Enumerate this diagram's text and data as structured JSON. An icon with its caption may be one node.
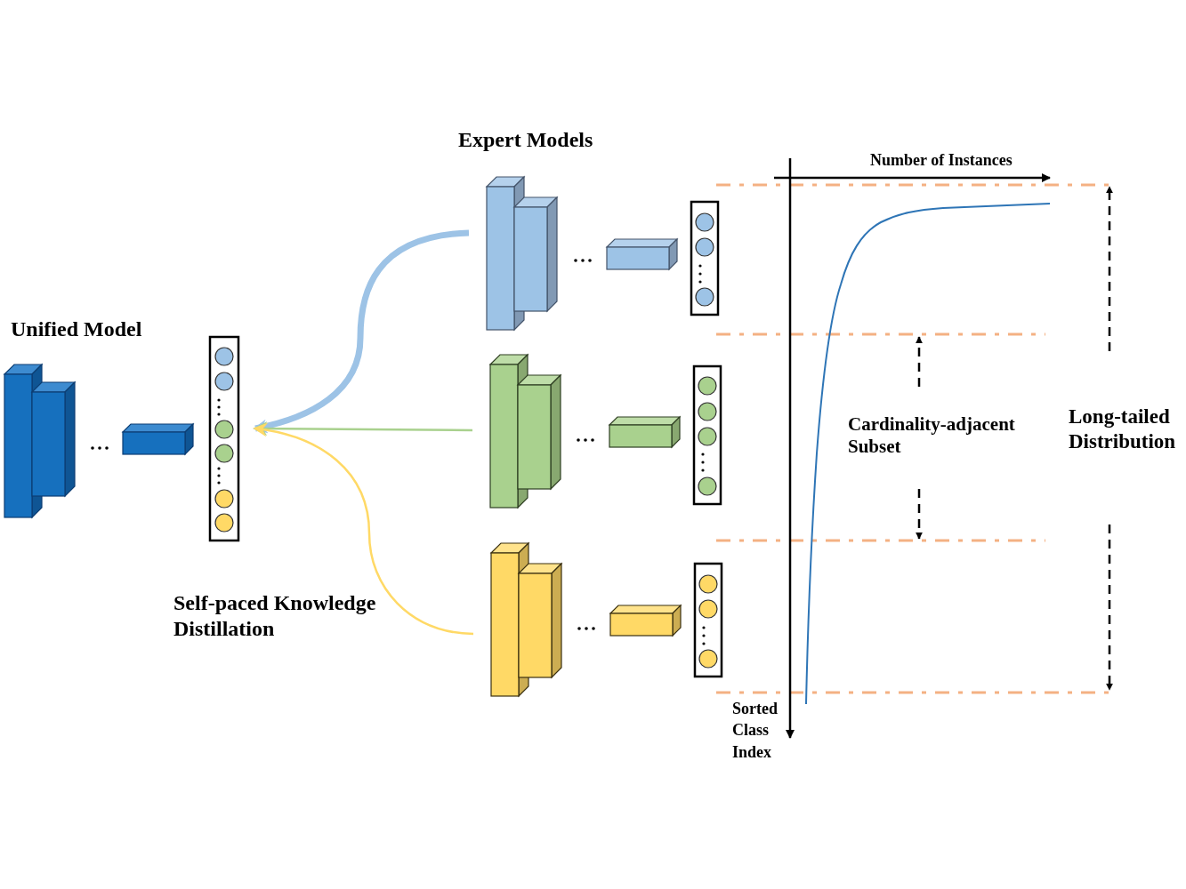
{
  "diagram": {
    "nodes": [
      {
        "text": [],
        "shape": "bar"
      },
      {
        "text": [],
        "shape": "box"
      },
      {
        "text": [],
        "shape": "box"
      },
      {
        "text": [],
        "shape": "box"
      }
    ],
    "edges": [
      {
        "from": 1,
        "to": 0,
        "arrow": "to",
        "style": "thick",
        "color": "#9dc3e6"
      },
      {
        "from": 2,
        "to": 0,
        "arrow": "to",
        "color": "#a9d18e"
      },
      {
        "from": 3,
        "to": 0,
        "arrow": "to",
        "color": "#ffd966"
      }
    ],
    "labels": [
      "Unified Model",
      "Expert Models",
      "Self-paced Knowledge Distillation",
      "Number of Instances",
      "Cardinality-adjacent Subset",
      "Long-tailed Distribution",
      "Sorted Class Index"
    ]
  }
}
